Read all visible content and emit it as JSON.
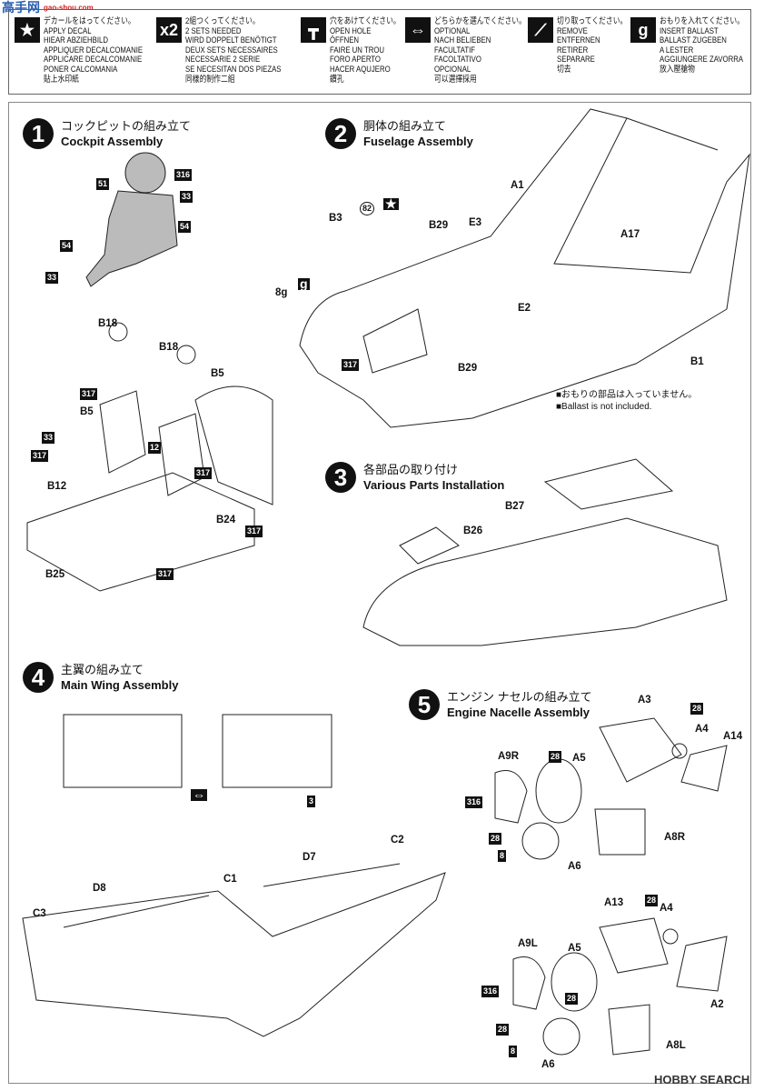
{
  "legend": [
    {
      "icon": "star-decal-icon",
      "lines": [
        "デカールをはってください。",
        "APPLY DECAL",
        "HIEAR ABZIEHBILD",
        "APPLIQUER DECALCOMANIE",
        "APPLICARE DECALCOMANIE",
        "PONER CALCOMANIA",
        "貼上水印紙"
      ]
    },
    {
      "icon_text": "x2",
      "lines": [
        "2組つくってください。",
        "2 SETS NEEDED",
        "WIRD DOPPELT BENÖTIGT",
        "DEUX SETS NECESSAIRES",
        "NECESSARIE 2 SERIE",
        "SE NECESITAN DOS PIEZAS",
        "同樣的制作二組"
      ]
    },
    {
      "icon": "drill-icon",
      "lines": [
        "穴をあけてください。",
        "OPEN HOLE",
        "ÖFFNEN",
        "FAIRE UN TROU",
        "FORO APERTO",
        "HACER AQUJERO",
        "鑽孔"
      ]
    },
    {
      "icon": "optional-arrows-icon",
      "lines": [
        "どちらかを選んでください。",
        "OPTIONAL",
        "NACH BELIEBEN",
        "FACULTATIF",
        "FACOLTATIVO",
        "OPCIONAL",
        "可以選擇採用"
      ]
    },
    {
      "icon": "knife-remove-icon",
      "lines": [
        "切り取ってください。",
        "REMOVE",
        "ENTFERNEN",
        "RETIRER",
        "SEPARARE",
        "切去"
      ]
    },
    {
      "icon_text": "g",
      "lines": [
        "おもりを入れてください。",
        "INSERT BALLAST",
        "BALLAST ZUGEBEN",
        "A LESTER",
        "AGGIUNGERE ZAVORRA",
        "放入壓艙物"
      ]
    }
  ],
  "steps": [
    {
      "num": "1",
      "jp": "コックピットの組み立て",
      "en": "Cockpit Assembly"
    },
    {
      "num": "2",
      "jp": "胴体の組み立て",
      "en": "Fuselage Assembly"
    },
    {
      "num": "3",
      "jp": "各部品の取り付け",
      "en": "Various Parts Installation"
    },
    {
      "num": "4",
      "jp": "主翼の組み立て",
      "en": "Main Wing Assembly"
    },
    {
      "num": "5",
      "jp": "エンジン ナセルの組み立て",
      "en": "Engine Nacelle Assembly"
    }
  ],
  "parts": [
    "B18",
    "B18",
    "B5",
    "B5",
    "B12",
    "B24",
    "B25",
    "A1",
    "B3",
    "B29",
    "E3",
    "A17",
    "8g",
    "E2",
    "B29",
    "B1",
    "B27",
    "B26",
    "C2",
    "D7",
    "C1",
    "D8",
    "C3",
    "A3",
    "A4",
    "A14",
    "A9R",
    "A5",
    "A8R",
    "A6",
    "A13",
    "A4",
    "A5",
    "A9L",
    "A2",
    "A8L",
    "A6"
  ],
  "colors": [
    "316",
    "51",
    "33",
    "54",
    "54",
    "33",
    "317",
    "33",
    "12",
    "317",
    "317",
    "317",
    "317",
    "317",
    "82",
    "3",
    "28",
    "28",
    "316",
    "8",
    "28",
    "28",
    "316",
    "28",
    "28",
    "8"
  ],
  "notes": [
    "■おもりの部品は入っていません。",
    "■Ballast is not included."
  ],
  "watermarks": {
    "top_left": "高手网",
    "top_left_sub": "gao-shou.com",
    "bottom_right": "HOBBY SEARCH"
  }
}
